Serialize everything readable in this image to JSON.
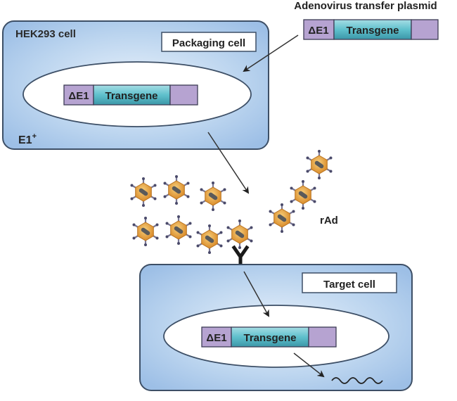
{
  "title": "Adenovirus transfer plasmid",
  "packaging": {
    "cell_name": "HEK293 cell",
    "label": "Packaging cell",
    "genotype_base": "E1",
    "genotype_sup": "+"
  },
  "construct": {
    "deletion": "ΔE1",
    "gene": "Transgene"
  },
  "virus_label": "rAd",
  "target": {
    "label": "Target cell"
  },
  "colors": {
    "cell_fill": "#a9c8ea",
    "cell_border": "#3d4f66",
    "purple": "#b6a3d1",
    "teal": "#5bbcc9",
    "virus_fill": "#e8a440",
    "virus_spike": "#6d6c8a"
  }
}
